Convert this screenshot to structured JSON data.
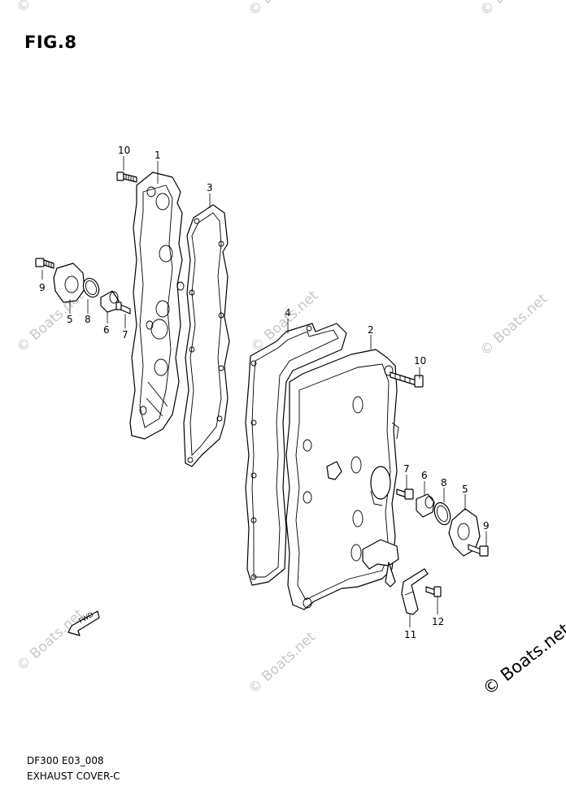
{
  "figure_title": "FIG.8",
  "diagram_code": "DF300 E03_008",
  "diagram_name": "EXHAUST COVER-C",
  "watermark": "© Boats.net",
  "fwd_label": "FWD",
  "callouts": {
    "c10a": "10",
    "c1": "1",
    "c3": "3",
    "c9a": "9",
    "c5a": "5",
    "c8a": "8",
    "c6a": "6",
    "c7a": "7",
    "c4": "4",
    "c2": "2",
    "c10b": "10",
    "c7b": "7",
    "c6b": "6",
    "c8b": "8",
    "c5b": "5",
    "c9b": "9",
    "c11": "11",
    "c12": "12"
  }
}
